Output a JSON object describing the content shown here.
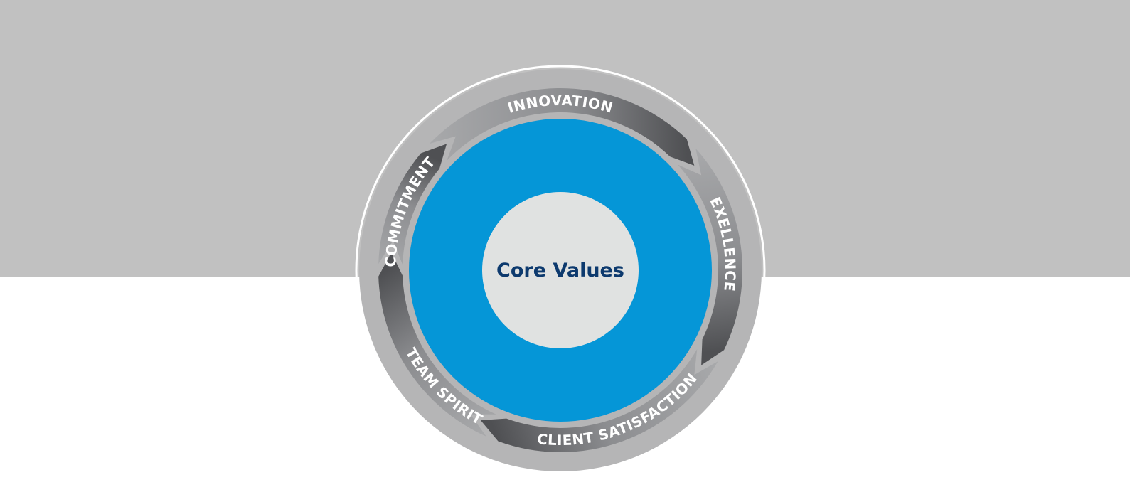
{
  "diagram": {
    "center_label": "Core Values",
    "segments": [
      {
        "id": "innovation",
        "label": "INNOVATION"
      },
      {
        "id": "exellence",
        "label": "EXELLENCE"
      },
      {
        "id": "client-satisfaction",
        "label": "CLIENT SATISFACTION"
      },
      {
        "id": "team-spirit",
        "label": "TEAM SPIRIT"
      },
      {
        "id": "commitment",
        "label": "COMMITMENT"
      }
    ]
  },
  "colors": {
    "background_top": "#c1c1c1",
    "background_bottom": "#ffffff",
    "outer_ring": "#b5b5b6",
    "outer_outline": "#ffffff",
    "segment_light": "#a8a9ab",
    "segment_dark": "#4f5053",
    "segment_text": "#ffffff",
    "inner_ring": "#0596d7",
    "center_disc": "#e0e2e1",
    "center_text": "#0d3a6e"
  }
}
